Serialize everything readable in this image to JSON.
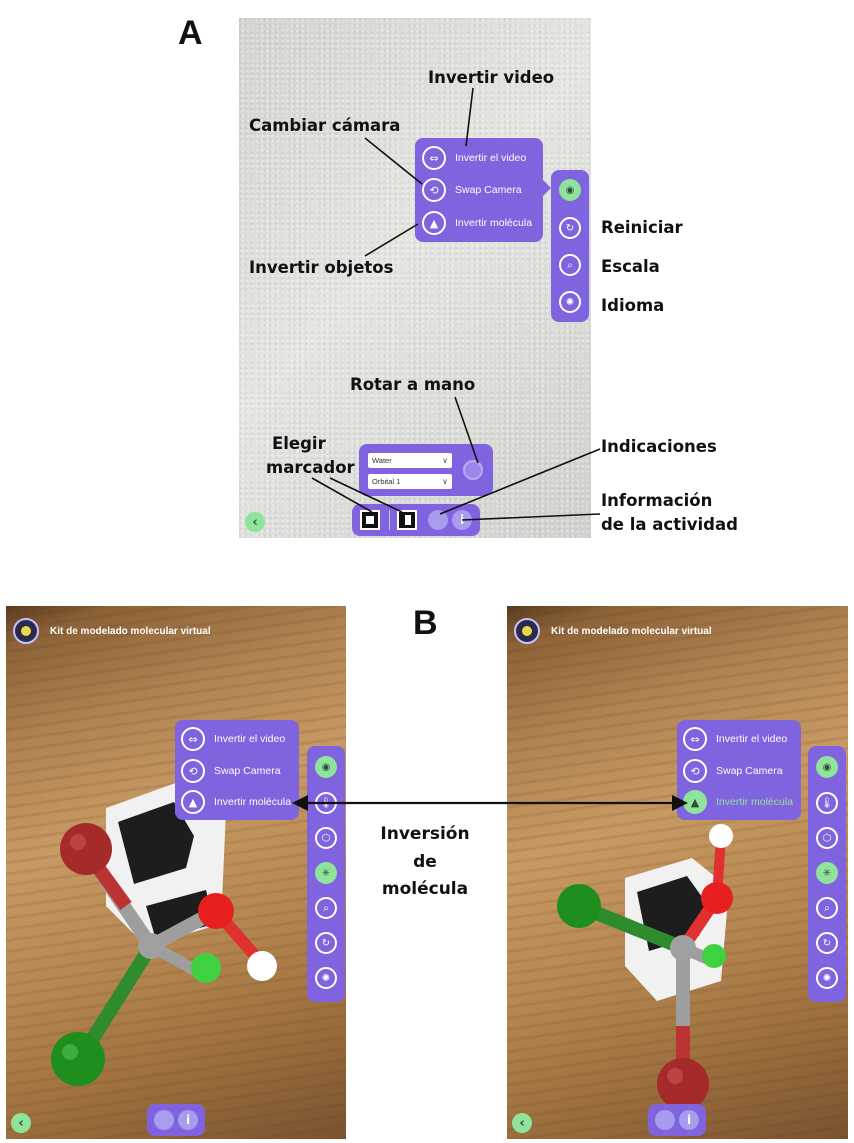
{
  "panel_a": {
    "label": "A",
    "menu": [
      {
        "icon": "flip-video-icon",
        "label": "Invertir el video",
        "glyph": "⇔",
        "active": false
      },
      {
        "icon": "swap-camera-icon",
        "label": "Swap Camera",
        "glyph": "⟲",
        "active": false
      },
      {
        "icon": "invert-molecule-icon",
        "label": "Invertir molécula",
        "glyph": "▲",
        "active": false
      }
    ],
    "side_bar": [
      {
        "icon": "camera-icon",
        "glyph": "◉",
        "active": true
      },
      {
        "icon": "reset-icon",
        "glyph": "↻",
        "active": false
      },
      {
        "icon": "zoom-icon",
        "glyph": "⌕",
        "active": false
      },
      {
        "icon": "language-icon",
        "glyph": "✺",
        "active": false
      }
    ],
    "dropdowns": {
      "molecule": "Water",
      "orbital": "Orbital 1"
    },
    "callouts": {
      "invert_video": "Invertir video",
      "change_camera": "Cambiar cámara",
      "invert_objects": "Invertir objetos",
      "reset": "Reiniciar",
      "scale": "Escala",
      "language": "Idioma",
      "rotate_hand": "Rotar a mano",
      "choose_marker_1": "Elegir",
      "choose_marker_2": "marcador",
      "hints": "Indicaciones",
      "activity_info_1": "Información",
      "activity_info_2": "de la actividad"
    }
  },
  "panel_b": {
    "label": "B",
    "app_title": "Kit de modelado molecular virtual",
    "menu": [
      {
        "icon": "flip-video-icon",
        "label": "Invertir el video",
        "glyph": "⇔"
      },
      {
        "icon": "swap-camera-icon",
        "label": "Swap Camera",
        "glyph": "⟲"
      },
      {
        "icon": "invert-molecule-icon",
        "label": "Invertir molécula",
        "glyph": "▲"
      }
    ],
    "side_bar": [
      {
        "icon": "camera-icon",
        "glyph": "◉",
        "active": true
      },
      {
        "icon": "thermometer-icon",
        "glyph": "🌡",
        "active": false
      },
      {
        "icon": "cube-icon",
        "glyph": "⬡",
        "active": false
      },
      {
        "icon": "molecule-icon",
        "glyph": "✳",
        "active": true
      },
      {
        "icon": "zoom-icon",
        "glyph": "⌕",
        "active": false
      },
      {
        "icon": "reset-icon",
        "glyph": "↻",
        "active": false
      },
      {
        "icon": "language-icon",
        "glyph": "✺",
        "active": false
      }
    ],
    "center_label_1": "Inversión",
    "center_label_2": "de",
    "center_label_3": "molécula"
  },
  "colors": {
    "menu_purple": "#7f63df",
    "accent_green": "#8fe39a",
    "wall": "#dcdcd9",
    "wood": "#a77947"
  }
}
